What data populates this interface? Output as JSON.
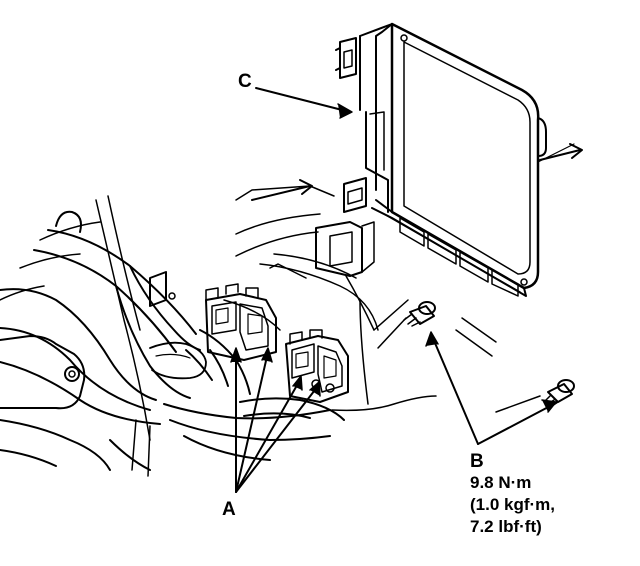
{
  "callouts": {
    "a": "A",
    "b": "B",
    "c": "C"
  },
  "torque_spec": {
    "nm": "9.8 N·m",
    "kgf": "(1.0 kgf·m,",
    "lbf": "7.2 lbf·ft)"
  },
  "colors": {
    "line": "#000000",
    "background": "#ffffff"
  }
}
